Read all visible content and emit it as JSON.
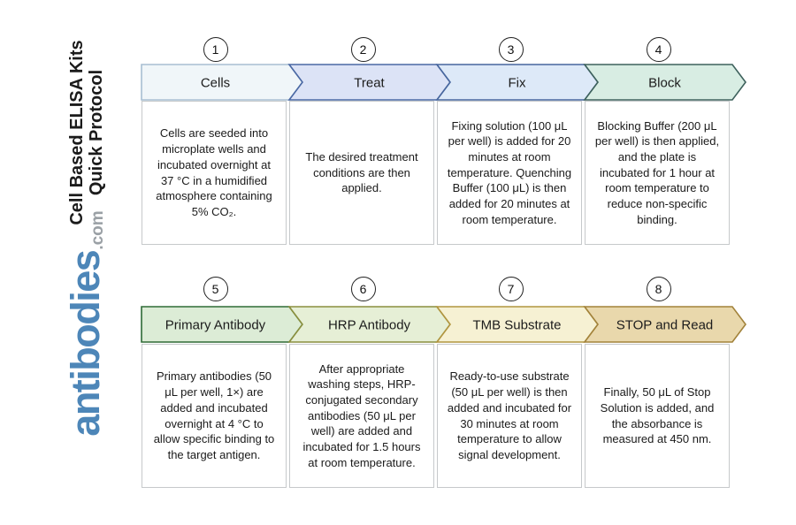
{
  "page": {
    "background": "#ffffff"
  },
  "sidebar": {
    "title_line1": "Cell Based ELISA Kits",
    "title_line2": "Quick Protocol",
    "title_color": "#1b1b1b",
    "logo_text": "antibodies",
    "logo_suffix": ".com",
    "logo_color": "#4d86b8",
    "logo_suffix_color": "#9aa0a5"
  },
  "flow": {
    "rows": [
      {
        "step_indexes": [
          0,
          1,
          2,
          3
        ]
      },
      {
        "step_indexes": [
          4,
          5,
          6,
          7
        ]
      }
    ]
  },
  "steps": [
    {
      "number": "1",
      "label": "Cells",
      "description": "Cells are seeded into microplate wells and incubated overnight at 37 °C in a humidified atmosphere containing 5% CO₂.",
      "fill": "#f0f6f9",
      "stroke": "#a7bed2"
    },
    {
      "number": "2",
      "label": "Treat",
      "description": "The desired treatment conditions are then applied.",
      "fill": "#dce3f6",
      "stroke": "#4a68a4"
    },
    {
      "number": "3",
      "label": "Fix",
      "description": "Fixing solution (100 μL per well) is added for 20 minutes at room temperature. Quenching Buffer (100 μL) is then added for 20 minutes at room temperature.",
      "fill": "#dde9f8",
      "stroke": "#47669e"
    },
    {
      "number": "4",
      "label": "Block",
      "description": "Blocking Buffer (200 μL per well) is then applied, and the plate is incubated for 1 hour at room temperature to reduce non-specific binding.",
      "fill": "#d8ede3",
      "stroke": "#3d615c"
    },
    {
      "number": "5",
      "label": "Primary Antibody",
      "description": "Primary antibodies (50 μL per well, 1×) are added and incubated overnight at 4 °C to allow specific binding to the target antigen.",
      "fill": "#dcecd6",
      "stroke": "#2e6b36"
    },
    {
      "number": "6",
      "label": "HRP Antibody",
      "description": "After appropriate washing steps, HRP-conjugated secondary antibodies (50 μL per well) are added and incubated for 1.5 hours at room temperature.",
      "fill": "#e6efd6",
      "stroke": "#8a8f3e"
    },
    {
      "number": "7",
      "label": "TMB Substrate",
      "description": "Ready-to-use substrate (50 μL per well) is then added and incubated for 30 minutes at room temperature to allow signal development.",
      "fill": "#f6f1d3",
      "stroke": "#b1953f"
    },
    {
      "number": "8",
      "label": "STOP and Read",
      "description": "Finally, 50 μL of Stop Solution is added, and the absorbance is measured at 450 nm.",
      "fill": "#e9d8ac",
      "stroke": "#a2823a"
    }
  ]
}
